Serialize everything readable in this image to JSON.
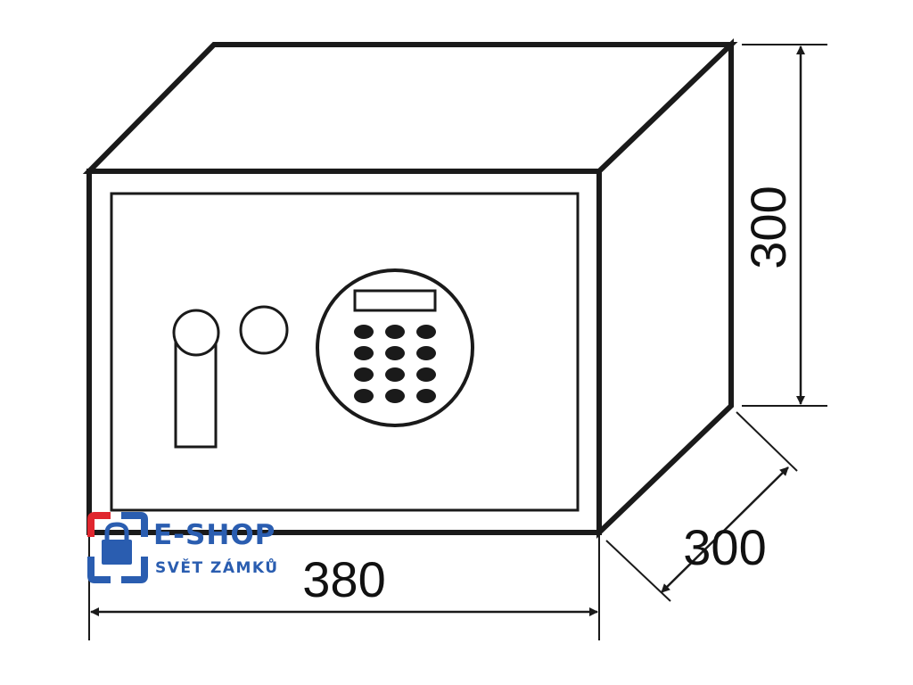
{
  "dimensions": {
    "width": "380",
    "depth": "300",
    "height": "300"
  },
  "logo": {
    "line1": "E-SHOP",
    "line2": "SVĚT ZÁMKŮ",
    "colors": {
      "blue": "#2a5db0",
      "red": "#e0262e"
    }
  },
  "drawing": {
    "stroke_color": "#1a1a1a"
  },
  "keypad": {
    "rows": 4,
    "cols": 3
  }
}
